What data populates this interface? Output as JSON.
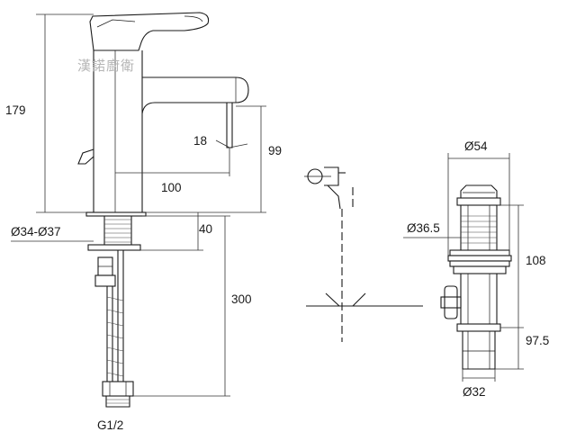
{
  "watermark": "漢諾廚衛",
  "faucet": {
    "height_label": "179",
    "spout_drop_label": "99",
    "spout_reach_label": "100",
    "angle_label": "18",
    "hole_diameter_label": "Ø34-Ø37",
    "deck_thickness_label": "40",
    "hose_length_label": "300",
    "thread_label": "G1/2"
  },
  "drain": {
    "top_diameter_label": "Ø54",
    "hole_diameter_label": "Ø36.5",
    "body_length_label": "108",
    "tail_length_label": "97.5",
    "tail_diameter_label": "Ø32"
  }
}
